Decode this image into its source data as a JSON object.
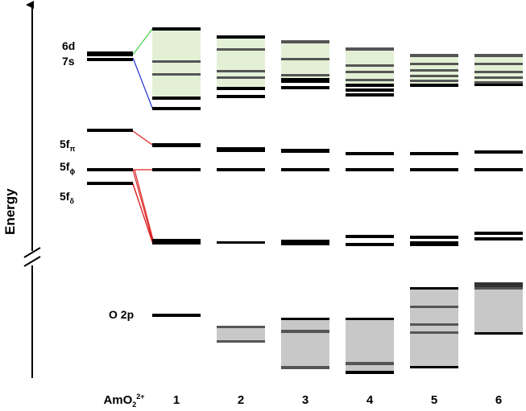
{
  "axis": {
    "label": "Energy"
  },
  "labels": {
    "orb_6d": "6d",
    "orb_7s": "7s",
    "orb_5f_pi_base": "5f",
    "orb_5f_pi_sub": "π",
    "orb_5f_phi_base": "5f",
    "orb_5f_phi_sub": "ϕ",
    "orb_5f_delta_base": "5f",
    "orb_5f_delta_sub": "δ",
    "orb_o2p": "O 2p",
    "mol_base": "AmO",
    "mol_sub": "2",
    "mol_sup": "2+"
  },
  "columns": [
    "1",
    "2",
    "3",
    "4",
    "5",
    "6"
  ],
  "colors": {
    "d_band": "#e3f0d6",
    "o_band": "#c8c8c8",
    "level": "#000000",
    "band_line": "#555555",
    "green_connector": "#44cc44",
    "blue_connector": "#2233cc",
    "red_connector": "#dd2222"
  }
}
